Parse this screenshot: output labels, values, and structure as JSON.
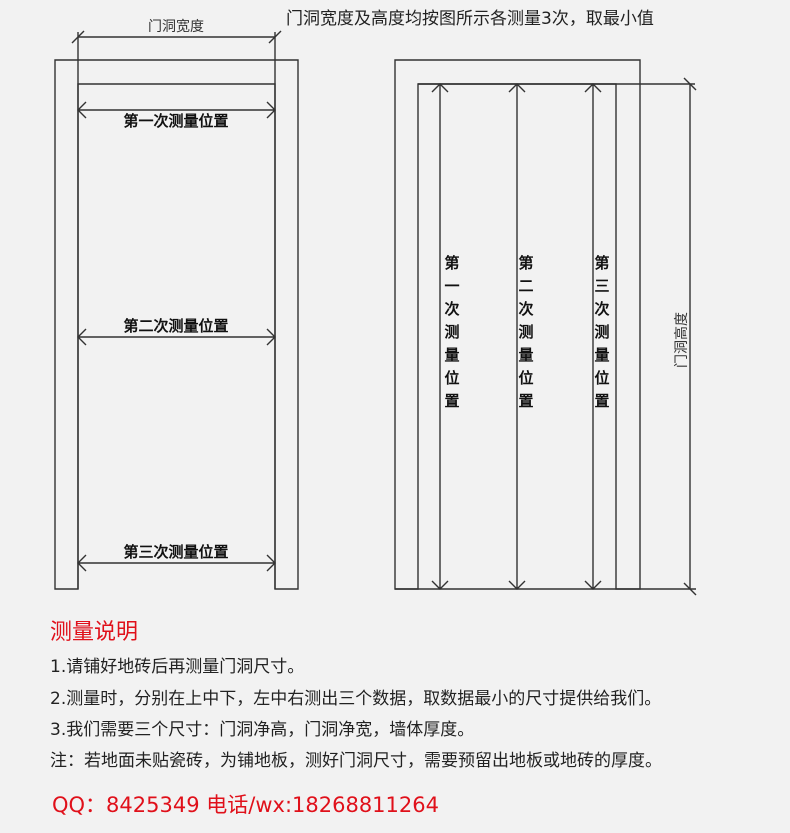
{
  "header": {
    "instruction": "门洞宽度及高度均按图所示各测量3次，取最小值"
  },
  "left_diagram": {
    "width_label": "门洞宽度",
    "positions": [
      "第一次测量位置",
      "第二次测量位置",
      "第三次测量位置"
    ]
  },
  "right_diagram": {
    "height_label": "门洞高度",
    "positions": [
      "第一次测量位置",
      "第二次测量位置",
      "第三次测量位置"
    ]
  },
  "notes": {
    "title": "测量说明",
    "items": [
      "1.请铺好地砖后再测量门洞尺寸。",
      "2.测量时，分别在上中下，左中右测出三个数据，取数据最小的尺寸提供给我们。",
      "3.我们需要三个尺寸：门洞净高，门洞净宽，墙体厚度。",
      "注：若地面未贴瓷砖，为铺地板，测好门洞尺寸，需要预留出地板或地砖的厚度。"
    ]
  },
  "contact": "QQ：8425349 电话/wx:18268811264",
  "colors": {
    "accent": "#e0101a",
    "background": "#f2f2f2"
  }
}
